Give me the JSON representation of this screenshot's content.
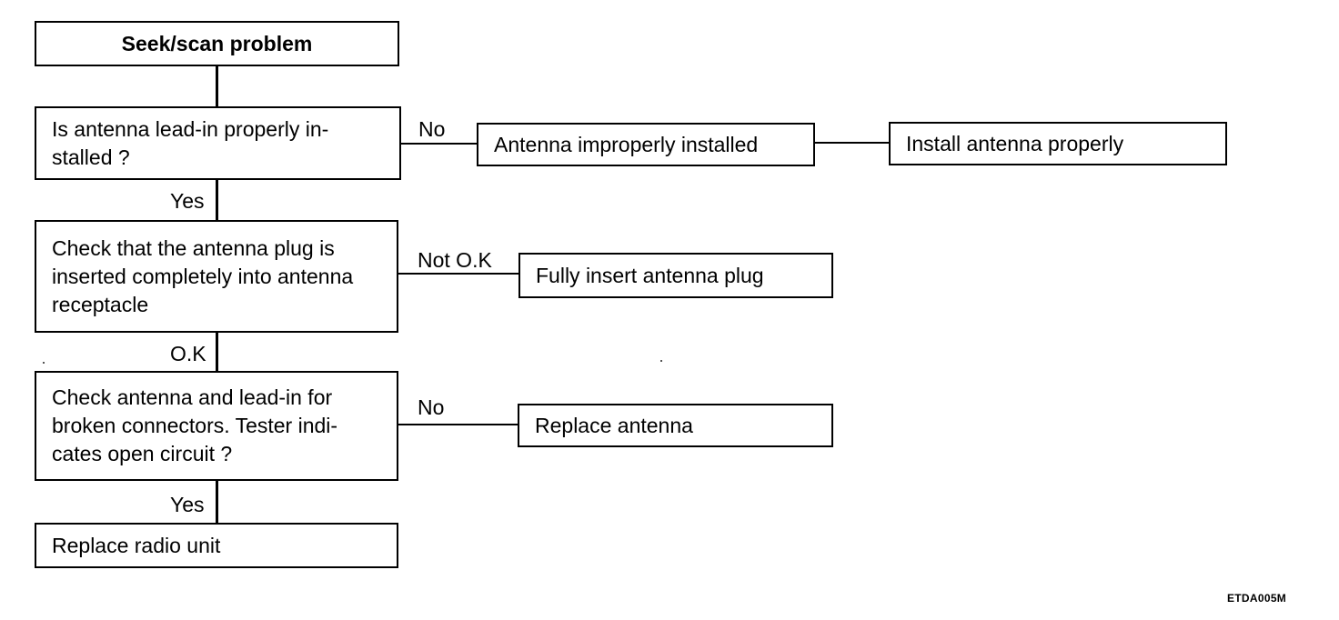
{
  "flowchart": {
    "start": "Seek/scan problem",
    "q1": "Is antenna lead-in properly in-\nstalled ?",
    "q1_no_result": "Antenna improperly installed",
    "q1_no_action": "Install antenna properly",
    "q2": "Check that the antenna plug is\ninserted completely into antenna\nreceptacle",
    "q2_notok_action": "Fully insert antenna plug",
    "q3": "Check antenna and lead-in for\nbroken connectors. Tester indi-\ncates open circuit ?",
    "q3_no_action": "Replace antenna",
    "q3_yes_action": "Replace radio unit"
  },
  "edge_labels": {
    "q1_no": "No",
    "q1_yes": "Yes",
    "q2_notok": "Not O.K",
    "q2_ok": "O.K",
    "q3_no": "No",
    "q3_yes": "Yes"
  },
  "figure_code": "ETDA005M",
  "colors": {
    "stroke": "#000000",
    "background": "#ffffff"
  }
}
